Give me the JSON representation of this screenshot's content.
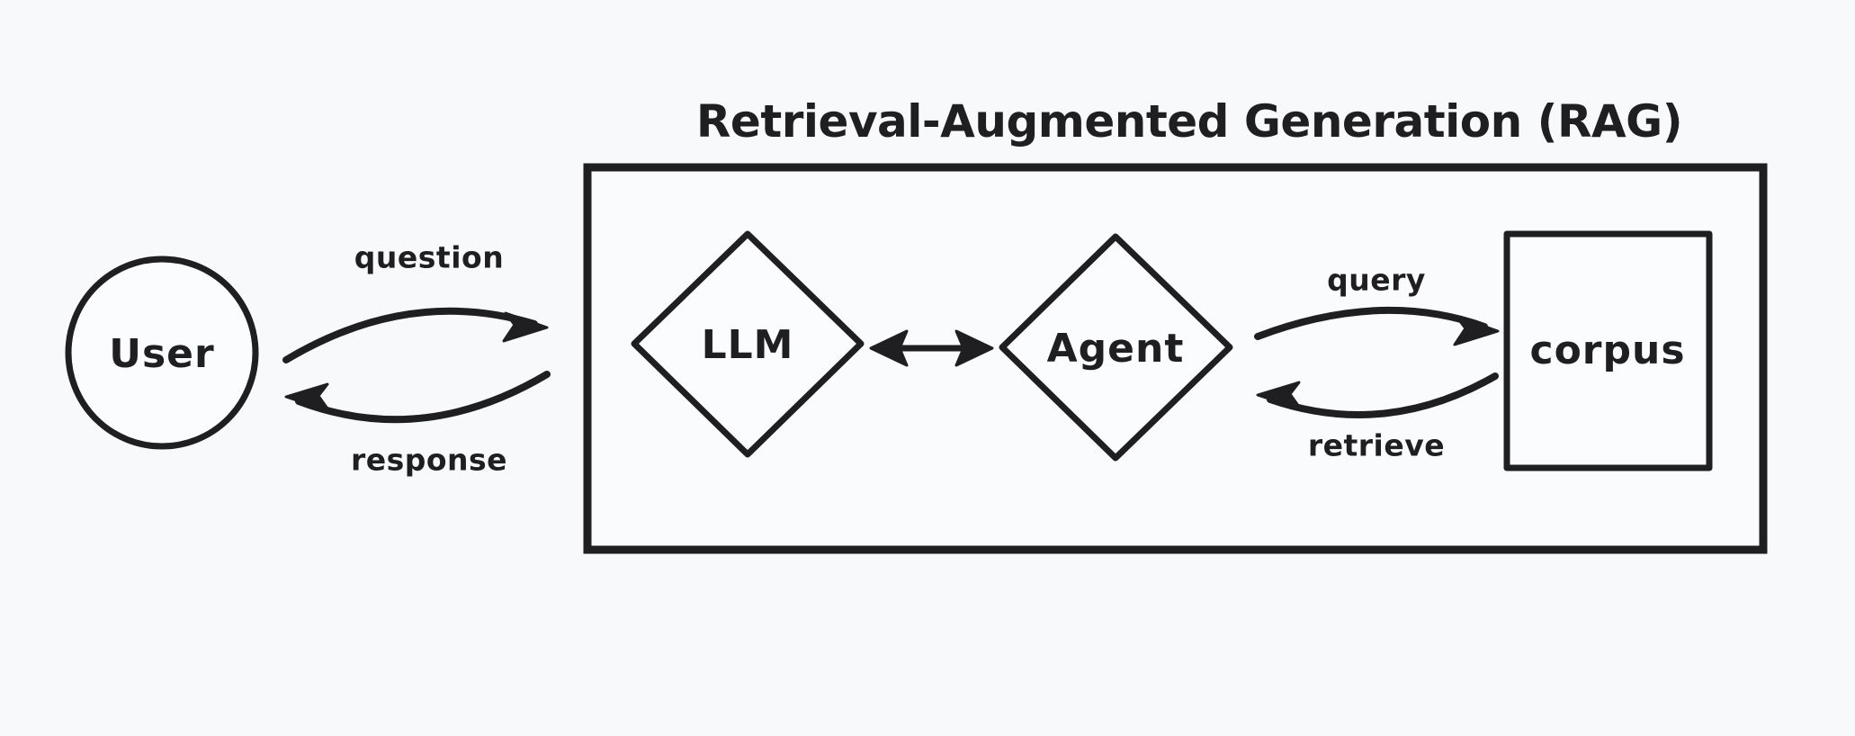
{
  "diagram": {
    "title": "Retrieval-Augmented Generation (RAG)",
    "background_color": "#f7f9fb",
    "stroke_color": "#1f1f22",
    "node_fill_color": "#fbfcfd",
    "nodes": [
      {
        "id": "user",
        "label": "User",
        "shape": "circle"
      },
      {
        "id": "llm",
        "label": "LLM",
        "shape": "diamond"
      },
      {
        "id": "agent",
        "label": "Agent",
        "shape": "diamond"
      },
      {
        "id": "corpus",
        "label": "corpus",
        "shape": "rectangle"
      }
    ],
    "edges": [
      {
        "id": "question",
        "label": "question",
        "from": "user",
        "to": "llm",
        "direction": "forward"
      },
      {
        "id": "response",
        "label": "response",
        "from": "llm",
        "to": "user",
        "direction": "forward"
      },
      {
        "id": "llm-agent",
        "label": "",
        "from": "llm",
        "to": "agent",
        "direction": "both"
      },
      {
        "id": "query",
        "label": "query",
        "from": "agent",
        "to": "corpus",
        "direction": "forward"
      },
      {
        "id": "retrieve",
        "label": "retrieve",
        "from": "corpus",
        "to": "agent",
        "direction": "forward"
      }
    ],
    "group_box": {
      "id": "rag-system",
      "label": "Retrieval-Augmented Generation (RAG)"
    }
  }
}
